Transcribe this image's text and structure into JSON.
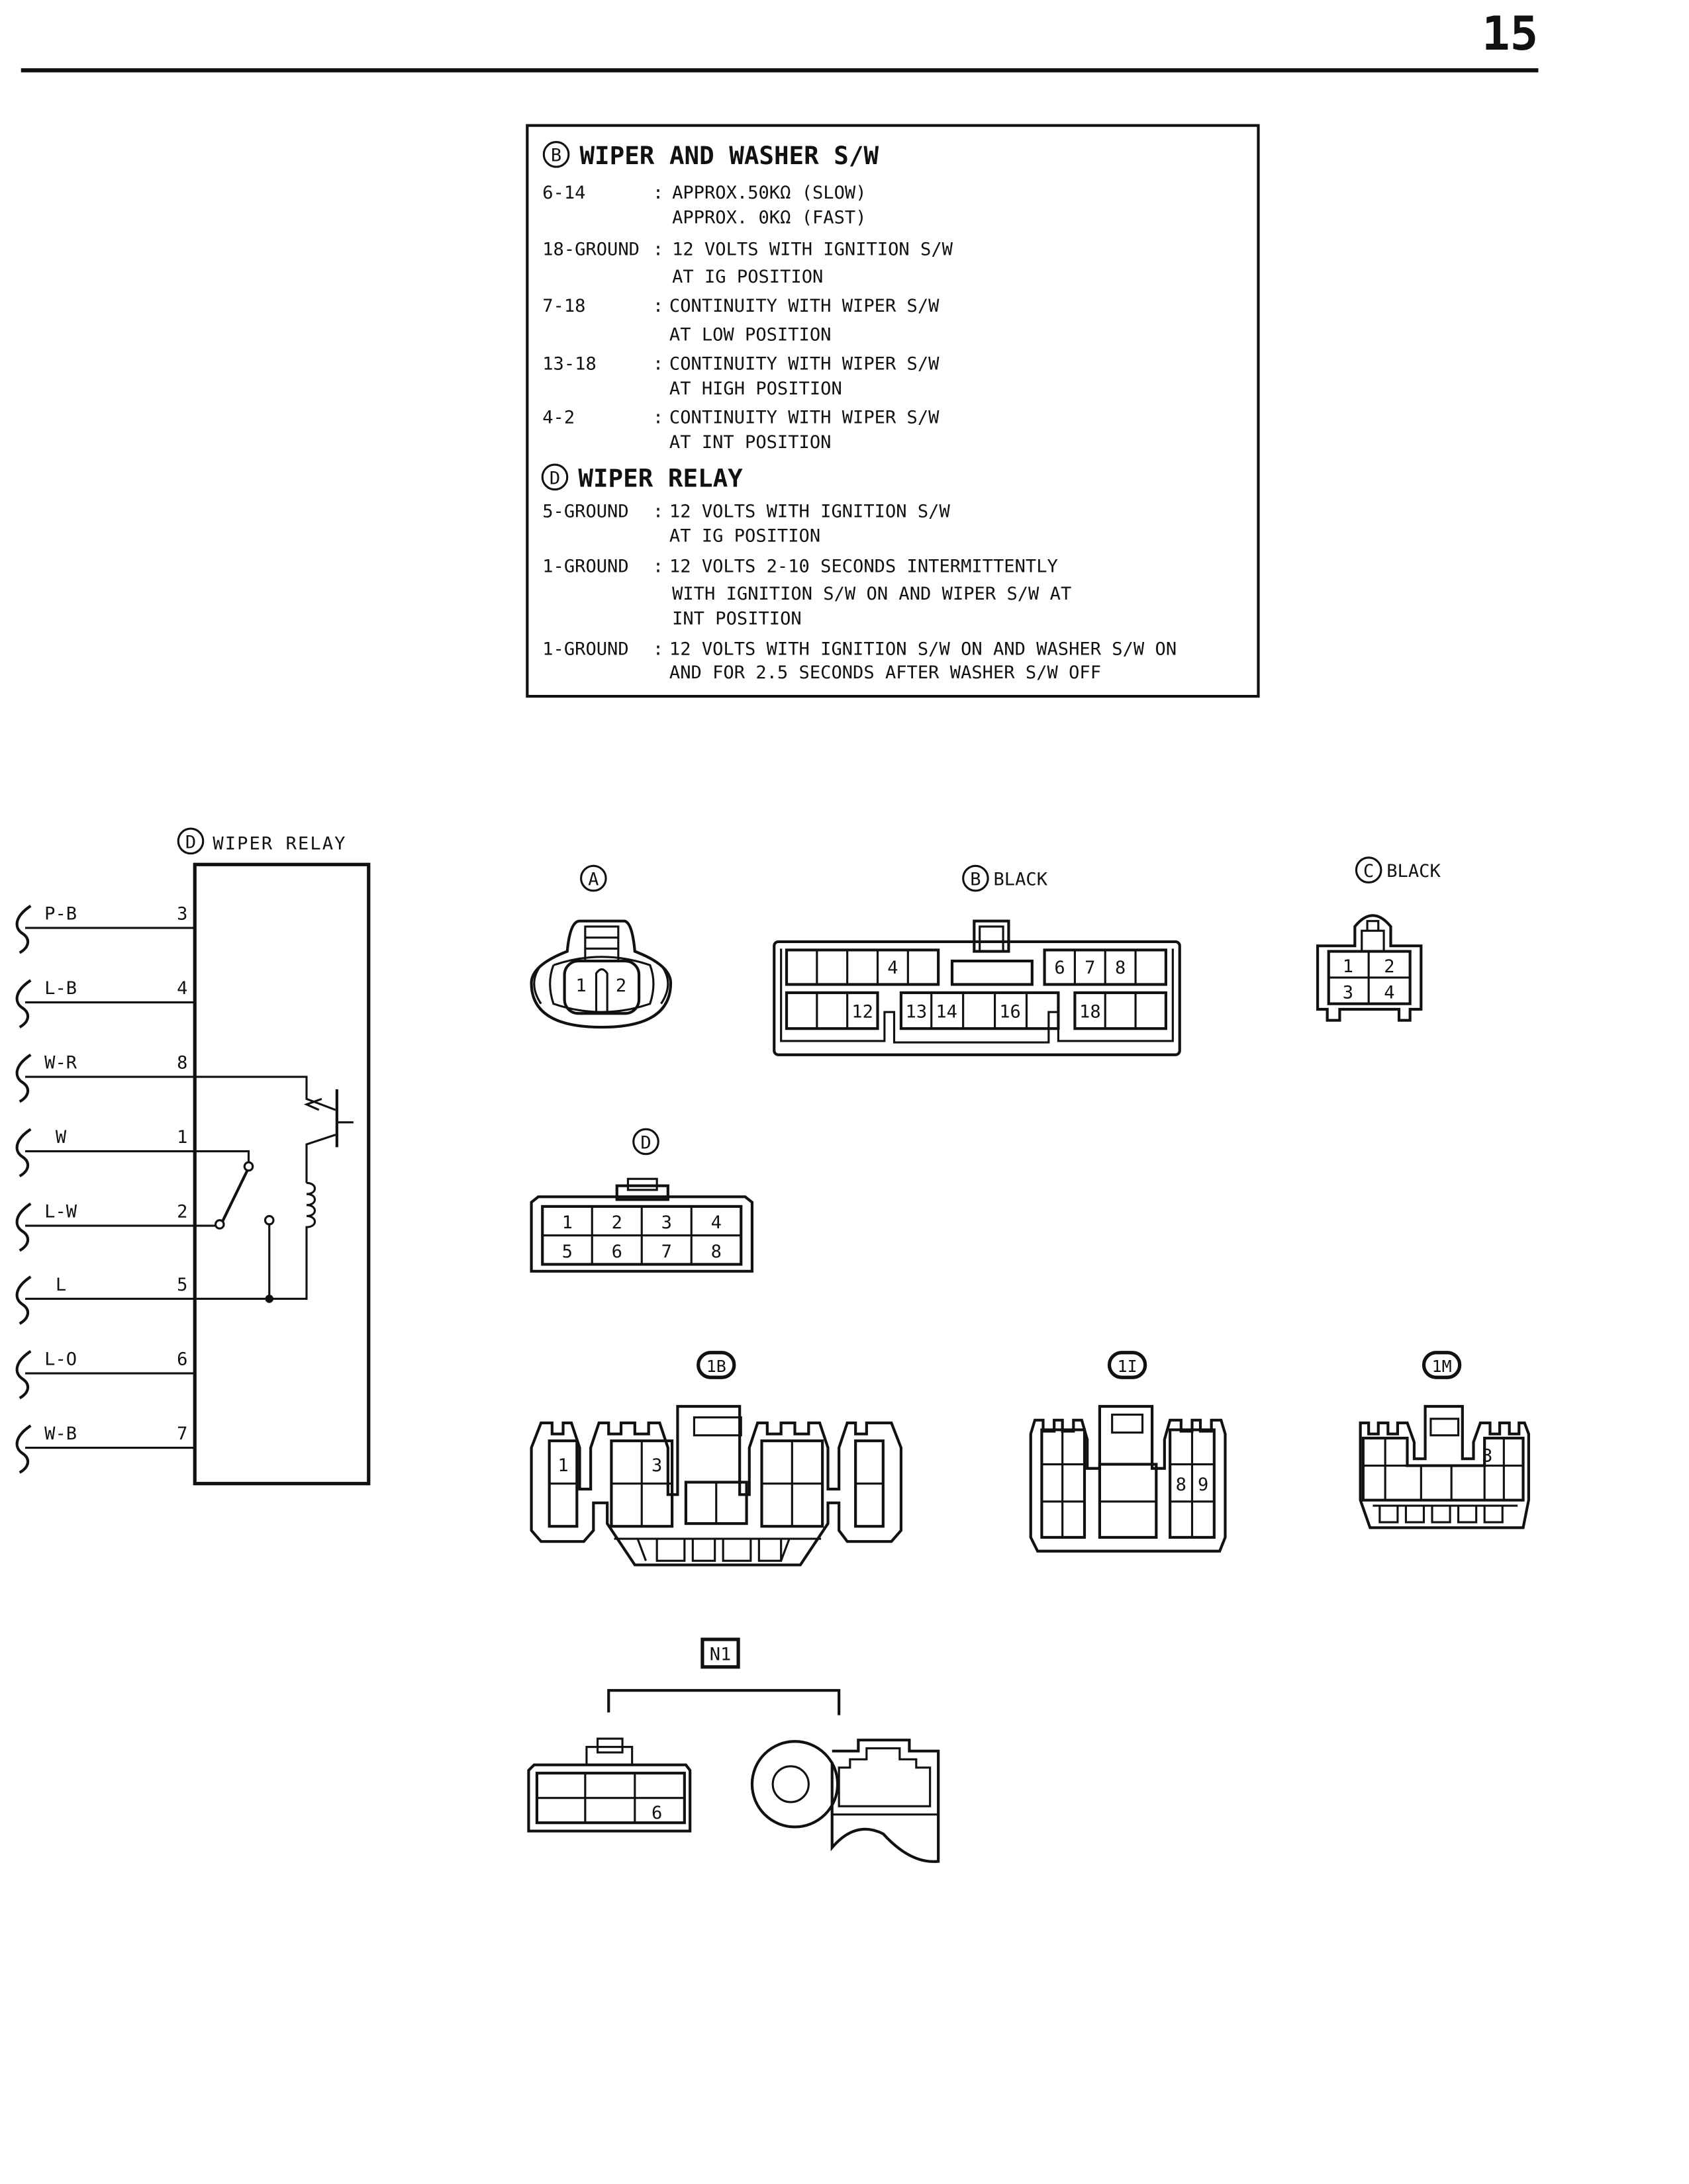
{
  "page_number": "15",
  "spec_box": {
    "section_b": {
      "letter": "B",
      "title": "WIPER AND WASHER S/W",
      "rows": [
        {
          "label": "6-14",
          "lines": [
            "APPROX.50KΩ (SLOW)",
            "APPROX. 0KΩ (FAST)"
          ]
        },
        {
          "label": "18-GROUND",
          "lines": [
            "12 VOLTS WITH IGNITION S/W",
            "AT IG POSITION"
          ]
        },
        {
          "label": "7-18",
          "lines": [
            "CONTINUITY WITH WIPER S/W",
            "AT LOW POSITION"
          ]
        },
        {
          "label": "13-18",
          "lines": [
            "CONTINUITY WITH WIPER S/W",
            "AT HIGH POSITION"
          ]
        },
        {
          "label": "4-2",
          "lines": [
            "CONTINUITY WITH WIPER S/W",
            "AT INT POSITION"
          ]
        }
      ]
    },
    "section_d": {
      "letter": "D",
      "title": "WIPER RELAY",
      "rows": [
        {
          "label": "5-GROUND",
          "lines": [
            "12 VOLTS WITH IGNITION S/W",
            "AT IG POSITION"
          ]
        },
        {
          "label": "1-GROUND",
          "lines": [
            "12 VOLTS 2-10 SECONDS INTERMITTENTLY",
            "WITH IGNITION S/W ON AND WIPER S/W AT",
            "INT POSITION"
          ]
        },
        {
          "label": "1-GROUND",
          "lines": [
            "12 VOLTS WITH IGNITION S/W ON AND WASHER S/W ON",
            "AND FOR 2.5 SECONDS AFTER WASHER S/W OFF"
          ]
        }
      ],
      "colon": ":"
    }
  },
  "relay": {
    "letter": "D",
    "title": "WIPER RELAY",
    "wires": [
      {
        "color": "P-B",
        "pin": "3"
      },
      {
        "color": "L-B",
        "pin": "4"
      },
      {
        "color": "W-R",
        "pin": "8"
      },
      {
        "color": "W",
        "pin": "1"
      },
      {
        "color": "L-W",
        "pin": "2"
      },
      {
        "color": "L",
        "pin": "5"
      },
      {
        "color": "L-O",
        "pin": "6"
      },
      {
        "color": "W-B",
        "pin": "7"
      }
    ]
  },
  "connectors": {
    "a": {
      "letter": "A",
      "pins": [
        "1",
        "2"
      ]
    },
    "b": {
      "letter": "B",
      "color": "BLACK",
      "pins": [
        "4",
        "6",
        "7",
        "8",
        "12",
        "13",
        "14",
        "16",
        "18"
      ]
    },
    "c": {
      "letter": "C",
      "color": "BLACK",
      "pins": [
        "1",
        "2",
        "3",
        "4"
      ]
    },
    "d": {
      "letter": "D",
      "pins": [
        "1",
        "2",
        "3",
        "4",
        "5",
        "6",
        "7",
        "8"
      ]
    },
    "1b": {
      "code": "1B",
      "pins": [
        "1",
        "3"
      ]
    },
    "1i": {
      "code": "1I",
      "pins": [
        "8",
        "9"
      ]
    },
    "1m": {
      "code": "1M",
      "pins": [
        "3"
      ]
    },
    "n1": {
      "code": "N1",
      "pins": [
        "6"
      ]
    }
  }
}
